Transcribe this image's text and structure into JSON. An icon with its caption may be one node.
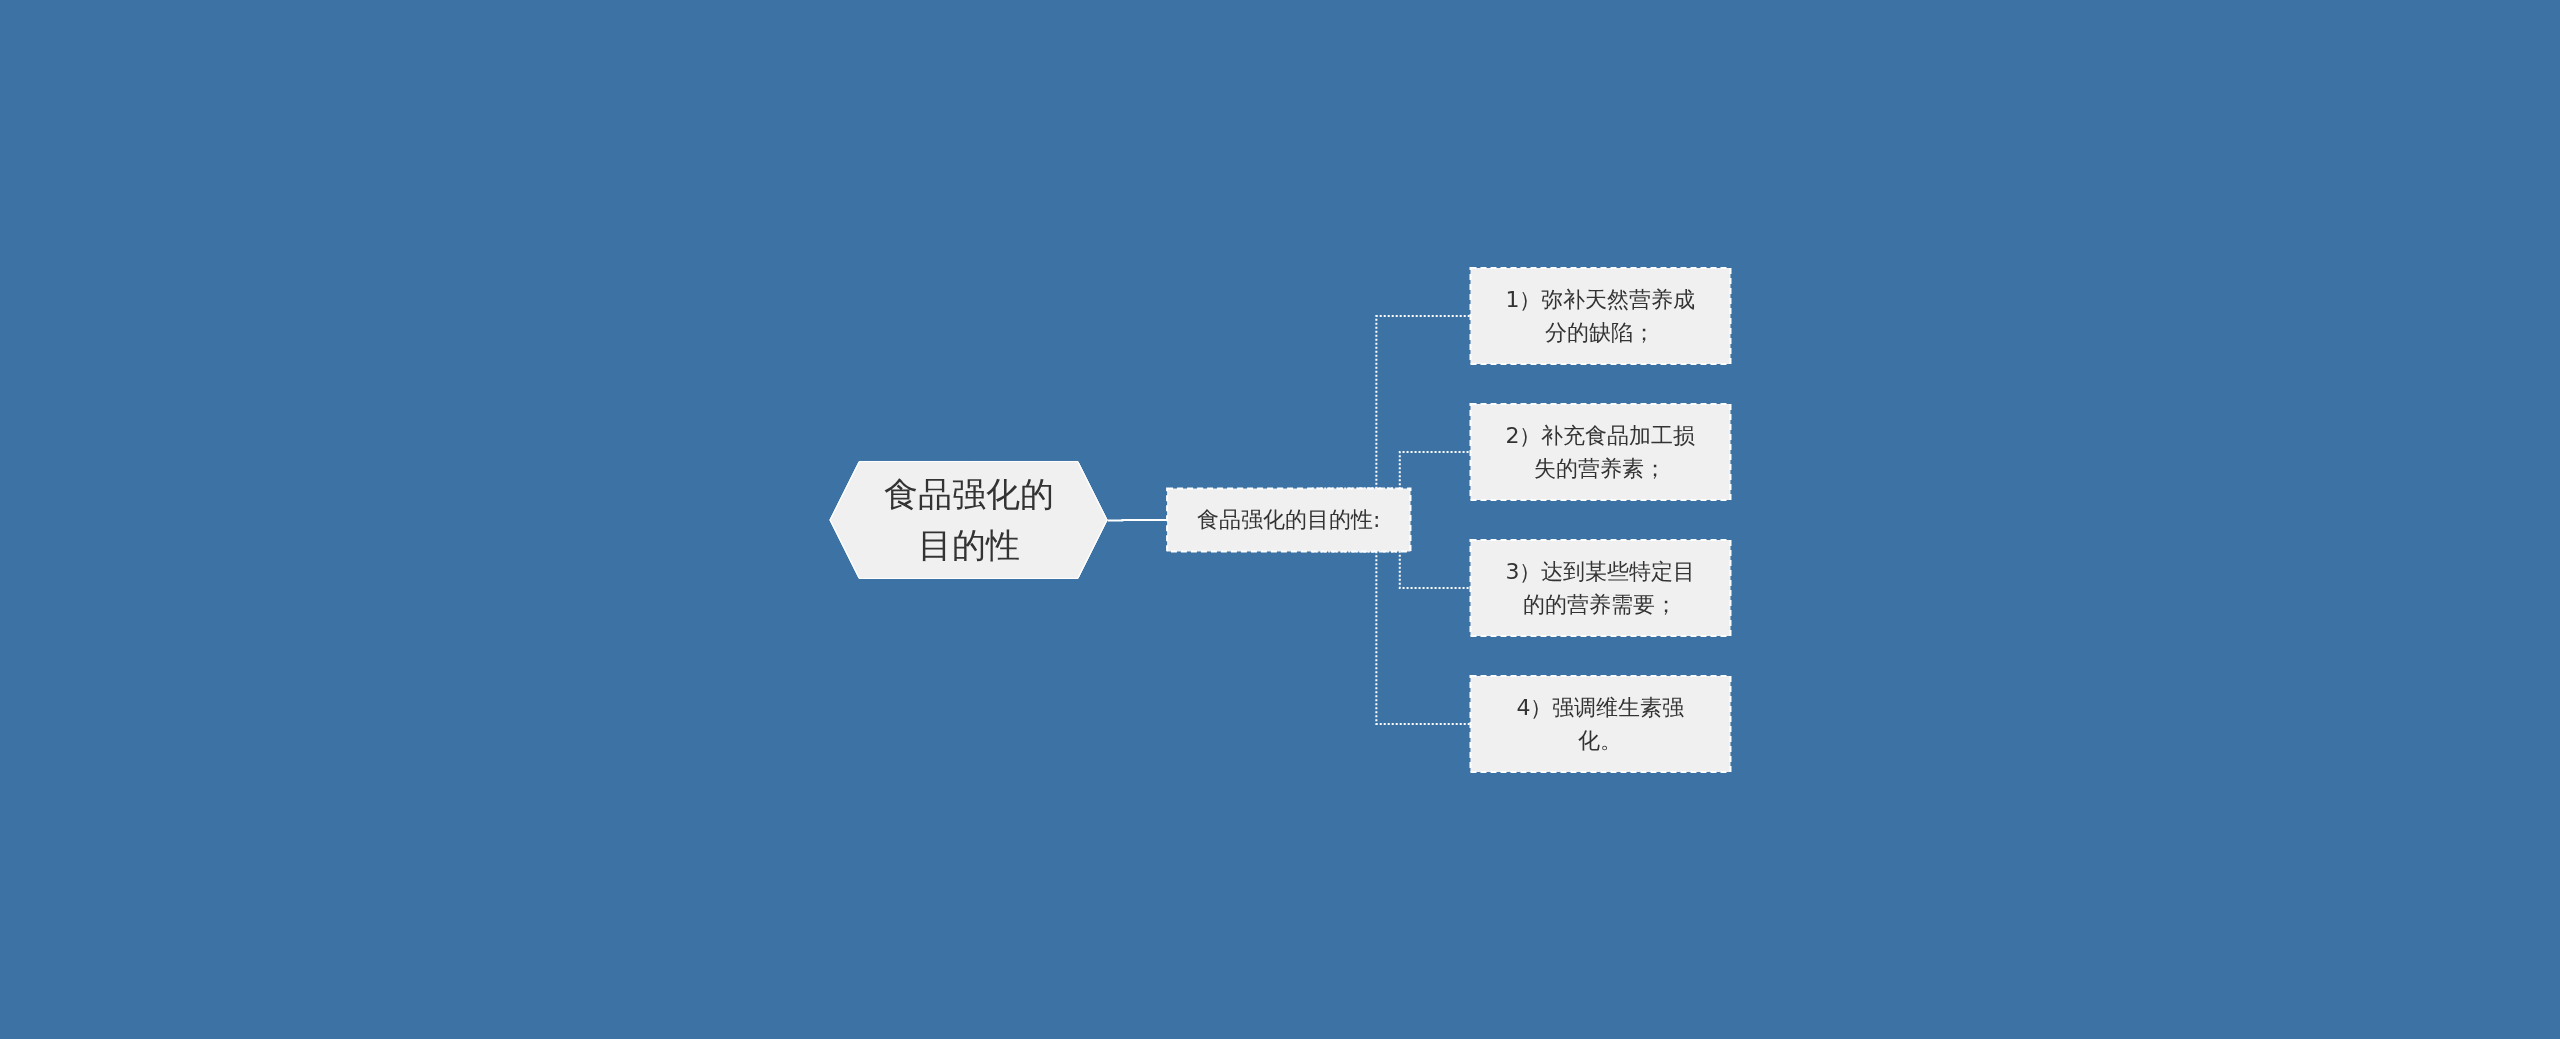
{
  "diagram": {
    "nodes": [
      {
        "text": [
          "食品强化的目的性"
        ]
      },
      {
        "text": [
          "食品强化的目的性:"
        ]
      },
      {
        "text": [
          "1）弥补天然营养成分的缺陷；"
        ]
      },
      {
        "text": [
          "2）补充食品加工损失的营养素；"
        ]
      },
      {
        "text": [
          "3）达到某些特定目的的营养需要；"
        ]
      },
      {
        "text": [
          "4）强调维生素强化。"
        ]
      }
    ],
    "edges": [
      {
        "from": 0,
        "to": 1,
        "arrow": "none"
      },
      {
        "from": 1,
        "to": 2,
        "arrow": "none",
        "style": "dashed"
      },
      {
        "from": 1,
        "to": 3,
        "arrow": "none",
        "style": "dashed"
      },
      {
        "from": 1,
        "to": 4,
        "arrow": "none",
        "style": "dashed"
      },
      {
        "from": 1,
        "to": 5,
        "arrow": "none",
        "style": "dashed"
      }
    ]
  }
}
